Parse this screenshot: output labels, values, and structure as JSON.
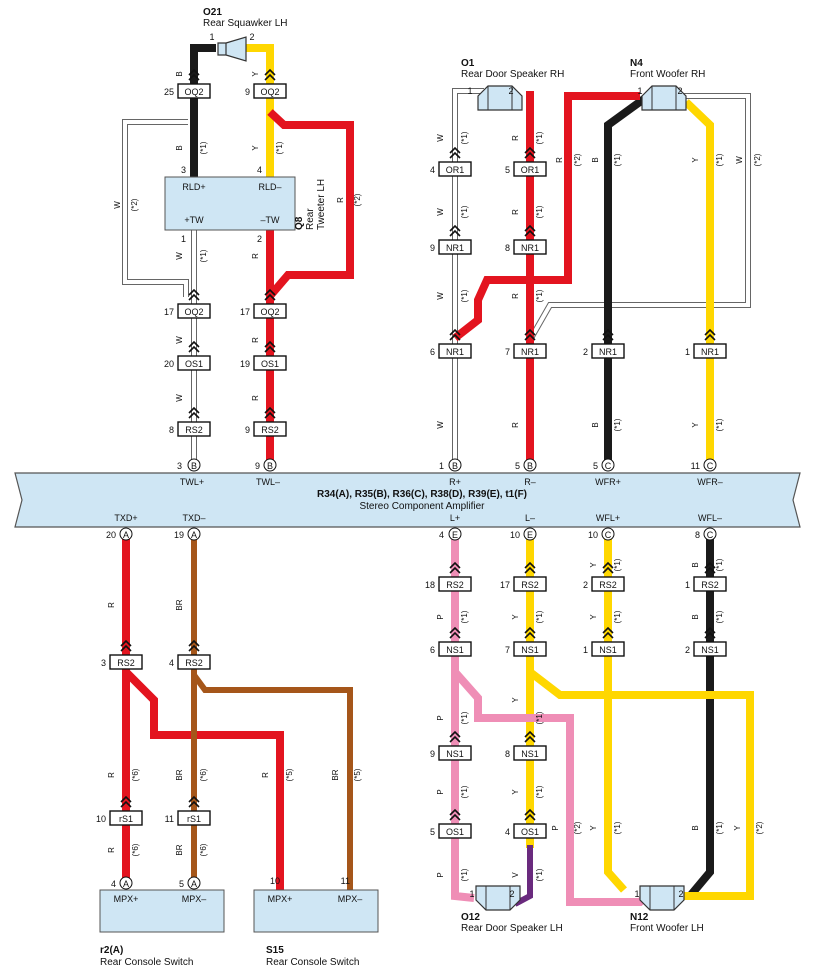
{
  "components": {
    "O21": {
      "id": "O21",
      "name": "Rear Squawker LH",
      "pin1": "1",
      "pin2": "2"
    },
    "O1": {
      "id": "O1",
      "name": "Rear Door Speaker RH",
      "pin1": "1",
      "pin2": "2"
    },
    "N4": {
      "id": "N4",
      "name": "Front Woofer RH",
      "pin1": "1",
      "pin2": "2"
    },
    "Q8": {
      "id": "Q8",
      "name_line1": "Rear",
      "name_line2": "Tweeter LH",
      "pins": {
        "rld_plus": "RLD+",
        "rld_minus": "RLD–",
        "tw_plus": "+TW",
        "tw_minus": "–TW"
      },
      "pin_nums": {
        "p3": "3",
        "p4": "4",
        "p1": "1",
        "p2": "2"
      }
    },
    "O12": {
      "id": "O12",
      "name": "Rear Door Speaker LH",
      "pin1": "1",
      "pin2": "2"
    },
    "N12": {
      "id": "N12",
      "name": "Front Woofer LH",
      "pin1": "1",
      "pin2": "2"
    },
    "r2A": {
      "id": "r2(A)",
      "name": "Rear Console Switch",
      "pin_plus": "MPX+",
      "pin_minus": "MPX–",
      "n_plus": "4",
      "n_minus": "5",
      "letter": "A"
    },
    "S15": {
      "id": "S15",
      "name": "Rear Console Switch",
      "pin_plus": "MPX+",
      "pin_minus": "MPX–",
      "n_plus": "10",
      "n_minus": "11"
    }
  },
  "amplifier": {
    "title": "R34(A), R35(B), R36(C), R38(D), R39(E), t1(F)",
    "name": "Stereo Component Amplifier",
    "top_pins": [
      {
        "num": "3",
        "letter": "B",
        "label": "TWL+"
      },
      {
        "num": "9",
        "letter": "B",
        "label": "TWL–"
      },
      {
        "num": "1",
        "letter": "B",
        "label": "R+"
      },
      {
        "num": "5",
        "letter": "B",
        "label": "R–"
      },
      {
        "num": "5",
        "letter": "C",
        "label": "WFR+"
      },
      {
        "num": "11",
        "letter": "C",
        "label": "WFR–"
      }
    ],
    "bottom_pins": [
      {
        "num": "20",
        "letter": "A",
        "label": "TXD+"
      },
      {
        "num": "19",
        "letter": "A",
        "label": "TXD–"
      },
      {
        "num": "4",
        "letter": "E",
        "label": "L+"
      },
      {
        "num": "10",
        "letter": "E",
        "label": "L–"
      },
      {
        "num": "10",
        "letter": "C",
        "label": "WFL+"
      },
      {
        "num": "8",
        "letter": "C",
        "label": "WFL–"
      }
    ]
  },
  "connectors": [
    {
      "pin": "25",
      "name": "OQ2"
    },
    {
      "pin": "9",
      "name": "OQ2"
    },
    {
      "pin": "17",
      "name": "OQ2"
    },
    {
      "pin": "17",
      "name": "OQ2"
    },
    {
      "pin": "20",
      "name": "OS1"
    },
    {
      "pin": "19",
      "name": "OS1"
    },
    {
      "pin": "8",
      "name": "RS2"
    },
    {
      "pin": "9",
      "name": "RS2"
    },
    {
      "pin": "4",
      "name": "OR1"
    },
    {
      "pin": "5",
      "name": "OR1"
    },
    {
      "pin": "9",
      "name": "NR1"
    },
    {
      "pin": "8",
      "name": "NR1"
    },
    {
      "pin": "6",
      "name": "NR1"
    },
    {
      "pin": "7",
      "name": "NR1"
    },
    {
      "pin": "2",
      "name": "NR1"
    },
    {
      "pin": "1",
      "name": "NR1"
    },
    {
      "pin": "18",
      "name": "RS2"
    },
    {
      "pin": "17",
      "name": "RS2"
    },
    {
      "pin": "2",
      "name": "RS2"
    },
    {
      "pin": "1",
      "name": "RS2"
    },
    {
      "pin": "6",
      "name": "NS1"
    },
    {
      "pin": "7",
      "name": "NS1"
    },
    {
      "pin": "1",
      "name": "NS1"
    },
    {
      "pin": "2",
      "name": "NS1"
    },
    {
      "pin": "9",
      "name": "NS1"
    },
    {
      "pin": "8",
      "name": "NS1"
    },
    {
      "pin": "5",
      "name": "OS1"
    },
    {
      "pin": "4",
      "name": "OS1"
    },
    {
      "pin": "3",
      "name": "RS2"
    },
    {
      "pin": "4",
      "name": "RS2"
    },
    {
      "pin": "10",
      "name": "rS1"
    },
    {
      "pin": "11",
      "name": "rS1"
    }
  ],
  "wire_colors": {
    "B": "B",
    "Y": "Y",
    "W": "W",
    "R": "R",
    "P": "P",
    "BR": "BR",
    "V": "V"
  },
  "notes": {
    "n1": "(*1)",
    "n2": "(*2)",
    "n5": "(*5)",
    "n6": "(*6)"
  },
  "colors": {
    "red": "#e3141f",
    "black": "#1a1a1a",
    "yellow": "#ffd700",
    "white": "#ffffff",
    "pink": "#ef8eb6",
    "brown": "#a5561a",
    "violet": "#6a2a7e",
    "box_fill": "#cfe6f4",
    "speaker_fill": "#cfe6f4"
  }
}
